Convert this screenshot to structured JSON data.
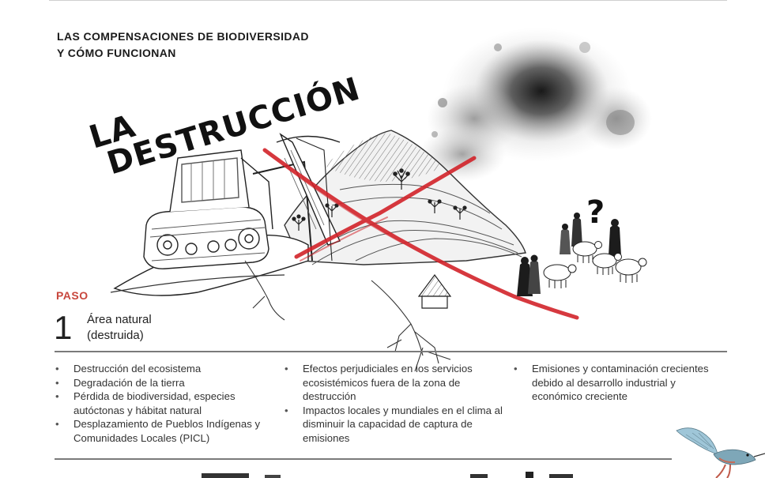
{
  "header": {
    "line1": "LAS COMPENSACIONES DE BIODIVERSIDAD",
    "line2": "Y CÓMO FUNCIONAN"
  },
  "title": {
    "line1": "LA",
    "line2": "DESTRUCCIÓN"
  },
  "illustration": {
    "question_mark": "?"
  },
  "step": {
    "label": "PASO",
    "number": "1",
    "text_line1": "Área natural",
    "text_line2": "(destruida)"
  },
  "columns": [
    {
      "items": [
        "Destrucción del ecosistema",
        "Degradación de la tierra",
        "Pérdida de biodiversidad, especies autóctonas y hábitat natural",
        "Desplazamiento de Pueblos Indígenas y Comunidades Locales (PICL)"
      ]
    },
    {
      "items": [
        "Efectos perjudiciales en los servicios ecosistémicos fuera de la zona de destrucción",
        "Impactos locales y mundiales en el clima al disminuir la capacidad de captura de emisiones"
      ]
    },
    {
      "items": [
        "Emisiones y contaminación crecientes debido al desarrollo industrial y económico creciente"
      ]
    }
  ],
  "colors": {
    "accent_red": "#c8473d",
    "cross_red": "#d2232a",
    "ink": "#1b1b1b"
  }
}
